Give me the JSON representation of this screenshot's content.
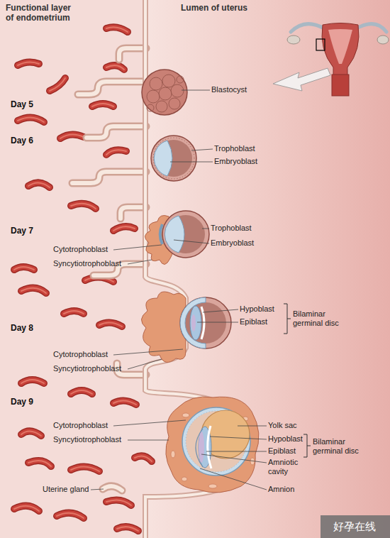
{
  "diagram": {
    "labels": [
      "Functional layer of endometrium",
      "Lumen of uterus",
      "Day 5",
      "Blastocyst",
      "Day 6",
      "Trophoblast",
      "Embryoblast",
      "Day 7",
      "Trophoblast",
      "Embryoblast",
      "Cytotrophoblast",
      "Syncytiotrophoblast",
      "Day 8",
      "Hypoblast",
      "Epiblast",
      "Bilaminar germinal disc",
      "Cytotrophoblast",
      "Syncytiotrophoblast",
      "Day 9",
      "Cytotrophoblast",
      "Syncytiotrophoblast",
      "Yolk sac",
      "Hypoblast",
      "Bilaminar germinal disc",
      "Epiblast",
      "Amniotic cavity",
      "Amnion",
      "Uterine gland",
      "好孕在线"
    ]
  }
}
